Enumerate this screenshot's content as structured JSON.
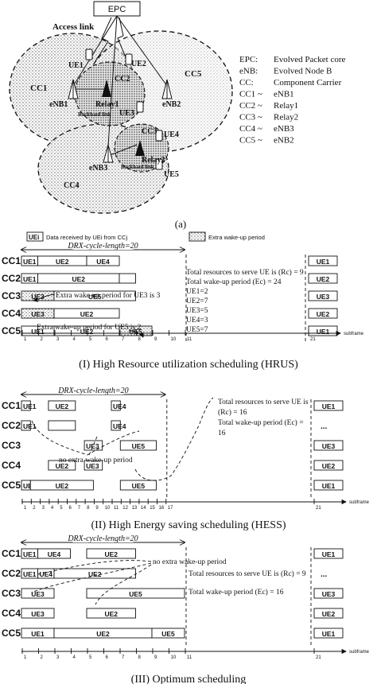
{
  "topology": {
    "epc_label": "EPC",
    "access_link_label": "Access link",
    "backhaul_label_1": "Backhaul link",
    "backhaul_label_2": "Backhaul link",
    "nodes": {
      "enb1": "eNB1",
      "enb2": "eNB2",
      "enb3": "eNB3",
      "relay1": "Relay1",
      "relay2": "Relay2",
      "ue1": "UE1",
      "ue2": "UE2",
      "ue3": "UE3",
      "ue4": "UE4",
      "ue5": "UE5"
    },
    "cells": {
      "cc1": "CC1",
      "cc2": "CC2",
      "cc3": "CC3",
      "cc4": "CC4",
      "cc5": "CC5"
    },
    "legend": [
      {
        "key": "EPC:",
        "value": "Evolved Packet core"
      },
      {
        "key": "eNB:",
        "value": "Evolved Node B"
      },
      {
        "key": "CC:",
        "value": "Component Carrier"
      },
      {
        "key": "CC1 ~",
        "value": "eNB1"
      },
      {
        "key": "CC2 ~",
        "value": "Relay1"
      },
      {
        "key": "CC3 ~",
        "value": "Relay2"
      },
      {
        "key": "CC4 ~",
        "value": "eNB3"
      },
      {
        "key": "CC5 ~",
        "value": "eNB2"
      }
    ],
    "caption": "(a)"
  },
  "legend_row": {
    "box_label": "UEi",
    "box_text": "Data received by UEi from CCj",
    "hatch_text": "Extra wake-up period"
  },
  "panels": [
    {
      "cycle_label": "DRX-cycle-length=20",
      "caption": "(I) High Resource utilization scheduling (HRUS)",
      "subframe_label": "subframe",
      "tick_labels": [
        "1",
        "2",
        "3",
        "4",
        "5",
        "6",
        "7",
        "8",
        "9",
        "10",
        "11",
        "21"
      ],
      "rows": [
        {
          "cc": "CC1",
          "bars": [
            {
              "label": "UE1",
              "s": 1,
              "e": 2
            },
            {
              "label": "UE2",
              "s": 2,
              "e": 5
            },
            {
              "label": "UE4",
              "s": 5,
              "e": 7
            }
          ],
          "after": "UE1"
        },
        {
          "cc": "CC2",
          "bars": [
            {
              "label": "UE1",
              "s": 1,
              "e": 2
            },
            {
              "label": "UE2",
              "s": 2,
              "e": 7
            },
            {
              "label": "",
              "s": 7,
              "e": 8
            }
          ],
          "after": "UE2"
        },
        {
          "cc": "CC3",
          "bars": [
            {
              "label": "UE3",
              "s": 1,
              "e": 3,
              "hatch": true
            },
            {
              "label": "UE5",
              "s": 3,
              "e": 8
            }
          ],
          "after": "UE3"
        },
        {
          "cc": "CC4",
          "bars": [
            {
              "label": "UE3",
              "s": 1,
              "e": 3,
              "hatch": true
            },
            {
              "label": "UE2",
              "s": 3,
              "e": 7
            }
          ],
          "after": "UE2"
        },
        {
          "cc": "CC5",
          "bars": [
            {
              "label": "UE1",
              "s": 1,
              "e": 3
            },
            {
              "label": "UE2",
              "s": 3,
              "e": 7
            },
            {
              "label": "UE5",
              "s": 7,
              "e": 9,
              "hatch": true
            }
          ],
          "after": "UE1"
        }
      ],
      "annotations": [
        "Extra wake-up period for UE3 is 3",
        "Extra wake-up period for UE5 is 2"
      ],
      "stats": [
        "Total resources to serve UE is (Rc) = 9",
        "Total wake-up period (Ec) = 24",
        "UE1=2",
        "UE2=7",
        "UE3=5",
        "UE4=3",
        "UE5=7"
      ]
    },
    {
      "cycle_label": "DRX-cycle-length=20",
      "caption": "(II) High Energy saving scheduling (HESS)",
      "subframe_label": "subframe",
      "tick_labels": [
        "1",
        "2",
        "3",
        "4",
        "5",
        "6",
        "7",
        "8",
        "9",
        "10",
        "11",
        "12",
        "13",
        "14",
        "15",
        "16",
        "17",
        "21"
      ],
      "rows": [
        {
          "cc": "CC1",
          "bars": [
            {
              "label": "UE1",
              "s": 1,
              "e": 2
            },
            {
              "label": "UE2",
              "s": 4,
              "e": 7
            },
            {
              "label": "UE4",
              "s": 11,
              "e": 12
            }
          ],
          "after": "UE1"
        },
        {
          "cc": "CC2",
          "bars": [
            {
              "label": "UE1",
              "s": 1,
              "e": 2
            },
            {
              "label": "",
              "s": 4,
              "e": 7
            },
            {
              "label": "UE4",
              "s": 11,
              "e": 12
            }
          ],
          "after": "..."
        },
        {
          "cc": "CC3",
          "bars": [
            {
              "label": "UE3",
              "s": 8,
              "e": 10
            },
            {
              "label": "UE5",
              "s": 12,
              "e": 16
            }
          ],
          "after": "UE3"
        },
        {
          "cc": "CC4",
          "bars": [
            {
              "label": "UE2",
              "s": 4,
              "e": 7
            },
            {
              "label": "UE3",
              "s": 8,
              "e": 10
            }
          ],
          "after": "UE2"
        },
        {
          "cc": "CC5",
          "bars": [
            {
              "label": "UE1",
              "s": 1,
              "e": 2
            },
            {
              "label": "UE2",
              "s": 2,
              "e": 9
            },
            {
              "label": "UE5",
              "s": 12,
              "e": 16
            }
          ],
          "after": "UE1"
        }
      ],
      "annotations": [
        "no extra wake-up period"
      ],
      "stats": [
        "Total resources to serve UE is",
        "(Rc) = 16",
        "Total wake-up period (Ec) =",
        "16"
      ]
    },
    {
      "cycle_label": "DRX-cycle-length=20",
      "caption": "(III) Optimum scheduling",
      "subframe_label": "subframe",
      "tick_labels": [
        "1",
        "2",
        "3",
        "4",
        "5",
        "6",
        "7",
        "8",
        "9",
        "10",
        "11",
        "21"
      ],
      "rows": [
        {
          "cc": "CC1",
          "bars": [
            {
              "label": "UE1",
              "s": 1,
              "e": 2
            },
            {
              "label": "UE4",
              "s": 2,
              "e": 4
            },
            {
              "label": "UE2",
              "s": 5,
              "e": 8
            }
          ],
          "after": "UE1"
        },
        {
          "cc": "CC2",
          "bars": [
            {
              "label": "UE1",
              "s": 1,
              "e": 2
            },
            {
              "label": "UE4",
              "s": 2,
              "e": 3
            },
            {
              "label": "UE2",
              "s": 3,
              "e": 8
            }
          ],
          "after": "..."
        },
        {
          "cc": "CC3",
          "bars": [
            {
              "label": "UE3",
              "s": 1,
              "e": 3
            },
            {
              "label": "UE5",
              "s": 5,
              "e": 11
            }
          ],
          "after": "UE3"
        },
        {
          "cc": "CC4",
          "bars": [
            {
              "label": "UE3",
              "s": 1,
              "e": 3
            },
            {
              "label": "UE2",
              "s": 5,
              "e": 8
            }
          ],
          "after": "UE2"
        },
        {
          "cc": "CC5",
          "bars": [
            {
              "label": "UE1",
              "s": 1,
              "e": 3
            },
            {
              "label": "UE2",
              "s": 3,
              "e": 9
            },
            {
              "label": "UE5",
              "s": 9,
              "e": 11
            }
          ],
          "after": "UE1"
        }
      ],
      "annotations": [
        "no extra wake-up period"
      ],
      "stats": [
        "Total resources to serve UE is (Rc) = 9",
        "Total wake-up period (Ec) = 16"
      ]
    }
  ]
}
